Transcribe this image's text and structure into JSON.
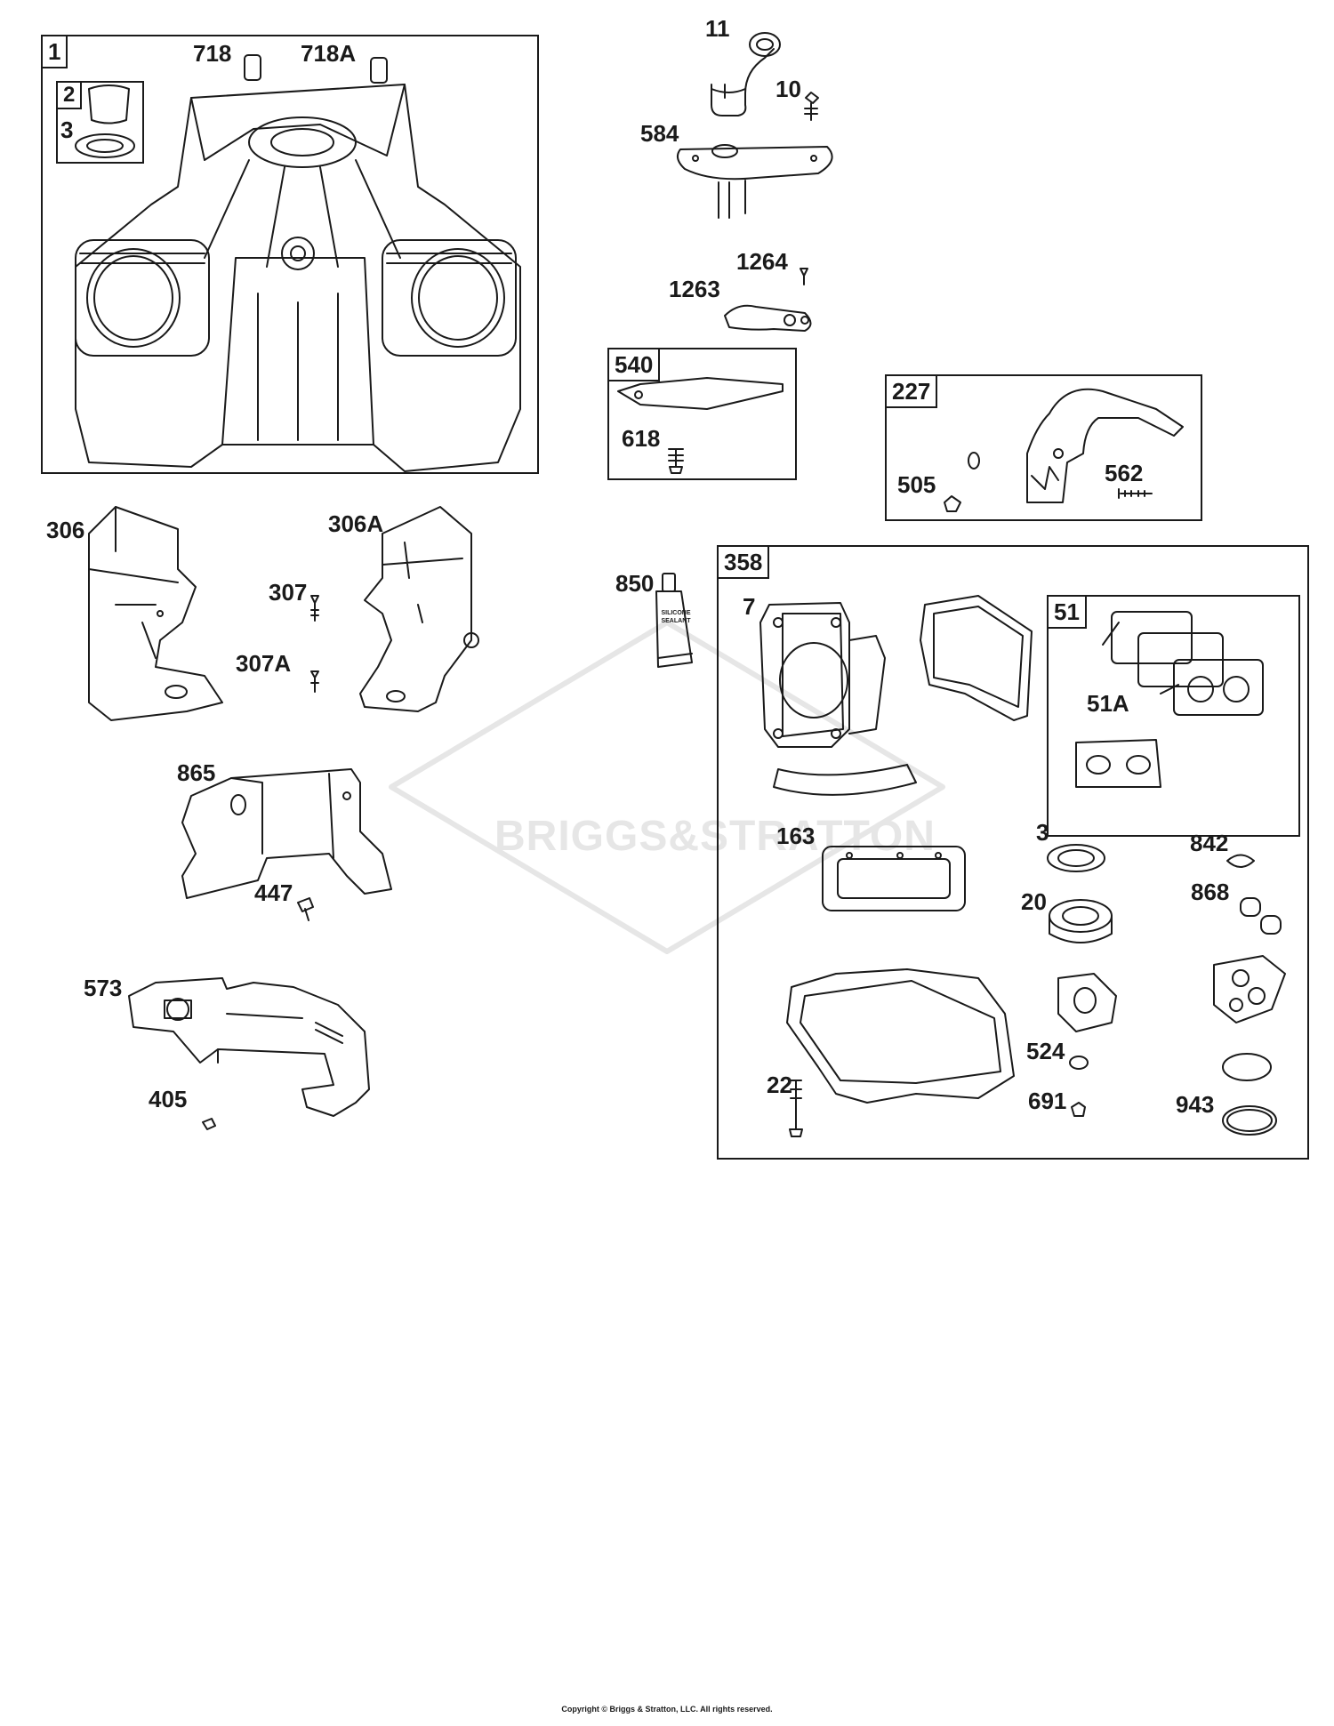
{
  "watermark": "BRIGGS&STRATTON",
  "copyright": "Copyright © Briggs & Stratton, LLC. All rights reserved.",
  "frames": {
    "f1": "1",
    "f2": "2",
    "f540": "540",
    "f227": "227",
    "f358": "358",
    "f51": "51"
  },
  "sealant_text": "SILICONE SEALANT",
  "labels": {
    "l718": "718",
    "l718a": "718A",
    "l3a": "3",
    "l11": "11",
    "l10": "10",
    "l584": "584",
    "l1264": "1264",
    "l1263": "1263",
    "l618": "618",
    "l505": "505",
    "l562": "562",
    "l306": "306",
    "l306a": "306A",
    "l307": "307",
    "l307a": "307A",
    "l850": "850",
    "l865": "865",
    "l447": "447",
    "l573": "573",
    "l405": "405",
    "l7": "7",
    "l51a": "51A",
    "l163": "163",
    "l3b": "3",
    "l842": "842",
    "l20": "20",
    "l868": "868",
    "l524": "524",
    "l22": "22",
    "l691": "691",
    "l943": "943"
  }
}
